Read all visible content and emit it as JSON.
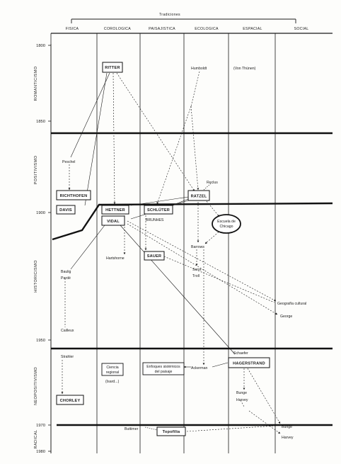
{
  "header": {
    "tradiciones": "Tradiciones",
    "columns": [
      "FISICA",
      "COROLOGICA",
      "PAISAJISTICA",
      "ECOLOGICA",
      "ESPACIAL",
      "SOCIAL"
    ]
  },
  "years": [
    "1800",
    "1850",
    "1900",
    "1950",
    "1970",
    "1980"
  ],
  "eras": [
    "ROMANTICISMO",
    "POSITIVISMO",
    "HISTORICISMO",
    "NEOPOSITIVISMO",
    "RADICAL"
  ],
  "boxes": {
    "ritter": "RITTER",
    "richthofen": "RICHTHOFEN",
    "davis": "DAVIS",
    "hettner": "HETTNER",
    "schluter": "SCHLÜTER",
    "ratzel": "RATZEL",
    "vidal": "VIDAL",
    "sauer": "SAUER",
    "escuela": [
      "Escuela de",
      "Chicago"
    ],
    "hagerstrand": "HAGERSTRAND",
    "ciencia": [
      "Ciencia",
      "regional"
    ],
    "isard": "(Isard...)",
    "enfoques": [
      "Enfoques sistémicos",
      "del paisaje"
    ],
    "chorley": "CHORLEY",
    "topofilia": "Topofilia"
  },
  "labels": {
    "humboldt": "Humboldt",
    "vonthunen": "(Von Thünen)",
    "peschel": "Peschel",
    "reclus": "Reclus",
    "brunhes": "BRUNHES",
    "barrows": "Barrows",
    "hartshorne": "Hartshorne",
    "baulig": "Baulig",
    "pardé": "Pardé",
    "sorre": "Sorre",
    "troll": "Troll",
    "geocultural": "Geografía cultural",
    "george": "George",
    "cailleux": "Cailleux",
    "schaefer": "Schaefer",
    "strahler": "Strahler",
    "ackerman": "Ackerman",
    "bunge1": "Bunge",
    "harvey1": "Harvey",
    "buttimer": "Buttimer",
    "bunge2": "Bunge",
    "harvey2": "Harvey"
  }
}
